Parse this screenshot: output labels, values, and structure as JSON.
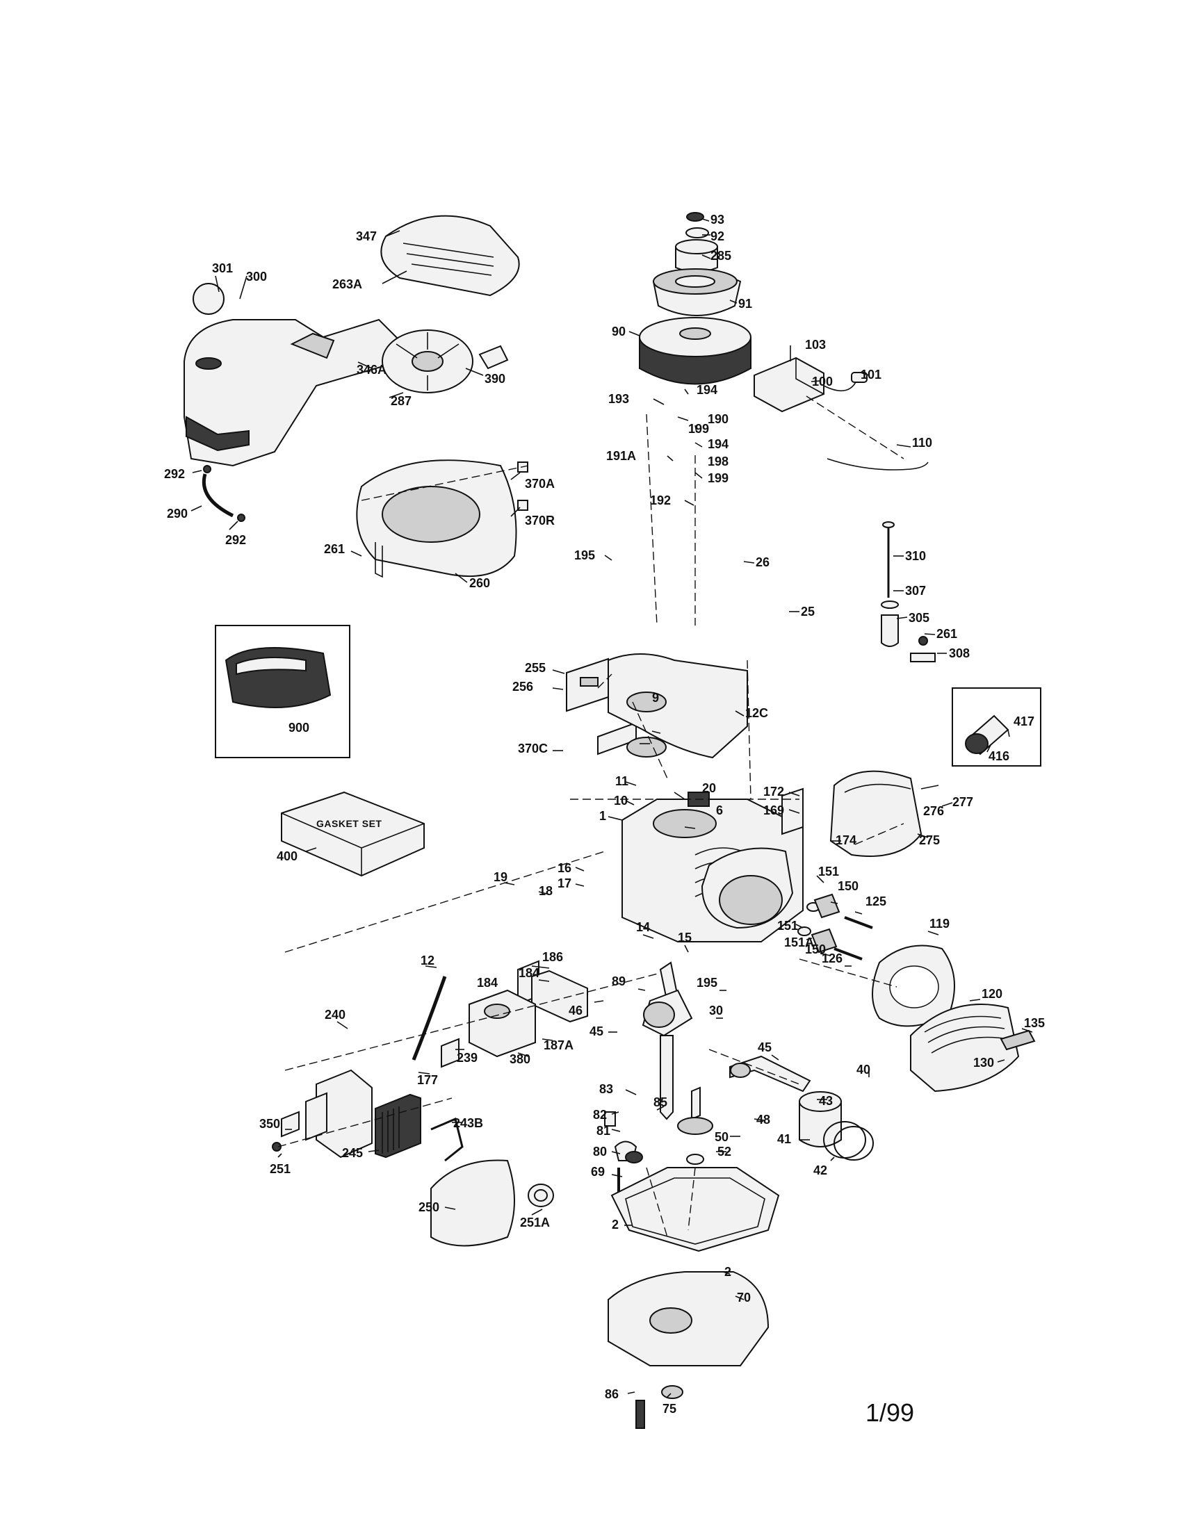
{
  "page_code": "1/99",
  "gasket_set_label": "GASKET SET",
  "colors": {
    "ink": "#111111",
    "paper": "#ffffff"
  },
  "callouts": [
    {
      "id": "93",
      "text": "93"
    },
    {
      "id": "92",
      "text": "92"
    },
    {
      "id": "285",
      "text": "285"
    },
    {
      "id": "91",
      "text": "91"
    },
    {
      "id": "90",
      "text": "90"
    },
    {
      "id": "103",
      "text": "103"
    },
    {
      "id": "100",
      "text": "100"
    },
    {
      "id": "101",
      "text": "101"
    },
    {
      "id": "194a",
      "text": "194"
    },
    {
      "id": "193",
      "text": "193"
    },
    {
      "id": "190",
      "text": "190"
    },
    {
      "id": "199a",
      "text": "199"
    },
    {
      "id": "194b",
      "text": "194"
    },
    {
      "id": "191A",
      "text": "191A"
    },
    {
      "id": "198",
      "text": "198"
    },
    {
      "id": "199b",
      "text": "199"
    },
    {
      "id": "110",
      "text": "110"
    },
    {
      "id": "192",
      "text": "192"
    },
    {
      "id": "195a",
      "text": "195"
    },
    {
      "id": "26",
      "text": "26"
    },
    {
      "id": "25",
      "text": "25"
    },
    {
      "id": "310",
      "text": "310"
    },
    {
      "id": "307",
      "text": "307"
    },
    {
      "id": "305",
      "text": "305"
    },
    {
      "id": "261a",
      "text": "261"
    },
    {
      "id": "308",
      "text": "308"
    },
    {
      "id": "347",
      "text": "347"
    },
    {
      "id": "263A",
      "text": "263A"
    },
    {
      "id": "301",
      "text": "301"
    },
    {
      "id": "300",
      "text": "300"
    },
    {
      "id": "346A",
      "text": "346A"
    },
    {
      "id": "390",
      "text": "390"
    },
    {
      "id": "287",
      "text": "287"
    },
    {
      "id": "292a",
      "text": "292"
    },
    {
      "id": "290",
      "text": "290"
    },
    {
      "id": "292b",
      "text": "292"
    },
    {
      "id": "370A",
      "text": "370A"
    },
    {
      "id": "370R",
      "text": "370R"
    },
    {
      "id": "261b",
      "text": "261"
    },
    {
      "id": "260",
      "text": "260"
    },
    {
      "id": "900",
      "text": "900"
    },
    {
      "id": "255",
      "text": "255"
    },
    {
      "id": "256",
      "text": "256"
    },
    {
      "id": "9",
      "text": "9"
    },
    {
      "id": "370C",
      "text": "370C"
    },
    {
      "id": "12C",
      "text": "12C"
    },
    {
      "id": "417",
      "text": "417"
    },
    {
      "id": "416",
      "text": "416"
    },
    {
      "id": "11",
      "text": "11"
    },
    {
      "id": "10",
      "text": "10"
    },
    {
      "id": "20",
      "text": "20"
    },
    {
      "id": "6",
      "text": "6"
    },
    {
      "id": "172",
      "text": "172"
    },
    {
      "id": "169",
      "text": "169"
    },
    {
      "id": "276",
      "text": "276"
    },
    {
      "id": "277",
      "text": "277"
    },
    {
      "id": "1",
      "text": "1"
    },
    {
      "id": "174",
      "text": "174"
    },
    {
      "id": "275",
      "text": "275"
    },
    {
      "id": "400",
      "text": "400"
    },
    {
      "id": "16",
      "text": "16"
    },
    {
      "id": "17",
      "text": "17"
    },
    {
      "id": "18",
      "text": "18"
    },
    {
      "id": "19",
      "text": "19"
    },
    {
      "id": "151a",
      "text": "151"
    },
    {
      "id": "150a",
      "text": "150"
    },
    {
      "id": "125",
      "text": "125"
    },
    {
      "id": "151b",
      "text": "151"
    },
    {
      "id": "151A",
      "text": "151A"
    },
    {
      "id": "150b",
      "text": "150"
    },
    {
      "id": "126",
      "text": "126"
    },
    {
      "id": "119",
      "text": "119"
    },
    {
      "id": "14",
      "text": "14"
    },
    {
      "id": "15",
      "text": "15"
    },
    {
      "id": "12",
      "text": "12"
    },
    {
      "id": "186",
      "text": "186"
    },
    {
      "id": "184a",
      "text": "184"
    },
    {
      "id": "184b",
      "text": "184"
    },
    {
      "id": "89",
      "text": "89"
    },
    {
      "id": "195b",
      "text": "195"
    },
    {
      "id": "120",
      "text": "120"
    },
    {
      "id": "240",
      "text": "240"
    },
    {
      "id": "46",
      "text": "46"
    },
    {
      "id": "30",
      "text": "30"
    },
    {
      "id": "45a",
      "text": "45"
    },
    {
      "id": "187A",
      "text": "187A"
    },
    {
      "id": "135",
      "text": "135"
    },
    {
      "id": "380",
      "text": "380"
    },
    {
      "id": "239",
      "text": "239"
    },
    {
      "id": "45b",
      "text": "45"
    },
    {
      "id": "130",
      "text": "130"
    },
    {
      "id": "177",
      "text": "177"
    },
    {
      "id": "40",
      "text": "40"
    },
    {
      "id": "83",
      "text": "83"
    },
    {
      "id": "43",
      "text": "43"
    },
    {
      "id": "350",
      "text": "350"
    },
    {
      "id": "82",
      "text": "82"
    },
    {
      "id": "85",
      "text": "85"
    },
    {
      "id": "81",
      "text": "81"
    },
    {
      "id": "48",
      "text": "48"
    },
    {
      "id": "243B",
      "text": "243B"
    },
    {
      "id": "50",
      "text": "50"
    },
    {
      "id": "41",
      "text": "41"
    },
    {
      "id": "80",
      "text": "80"
    },
    {
      "id": "52",
      "text": "52"
    },
    {
      "id": "251",
      "text": "251"
    },
    {
      "id": "245",
      "text": "245"
    },
    {
      "id": "69",
      "text": "69"
    },
    {
      "id": "42",
      "text": "42"
    },
    {
      "id": "250",
      "text": "250"
    },
    {
      "id": "251A",
      "text": "251A"
    },
    {
      "id": "2a",
      "text": "2"
    },
    {
      "id": "2b",
      "text": "2"
    },
    {
      "id": "70",
      "text": "70"
    },
    {
      "id": "86",
      "text": "86"
    },
    {
      "id": "75",
      "text": "75"
    }
  ]
}
